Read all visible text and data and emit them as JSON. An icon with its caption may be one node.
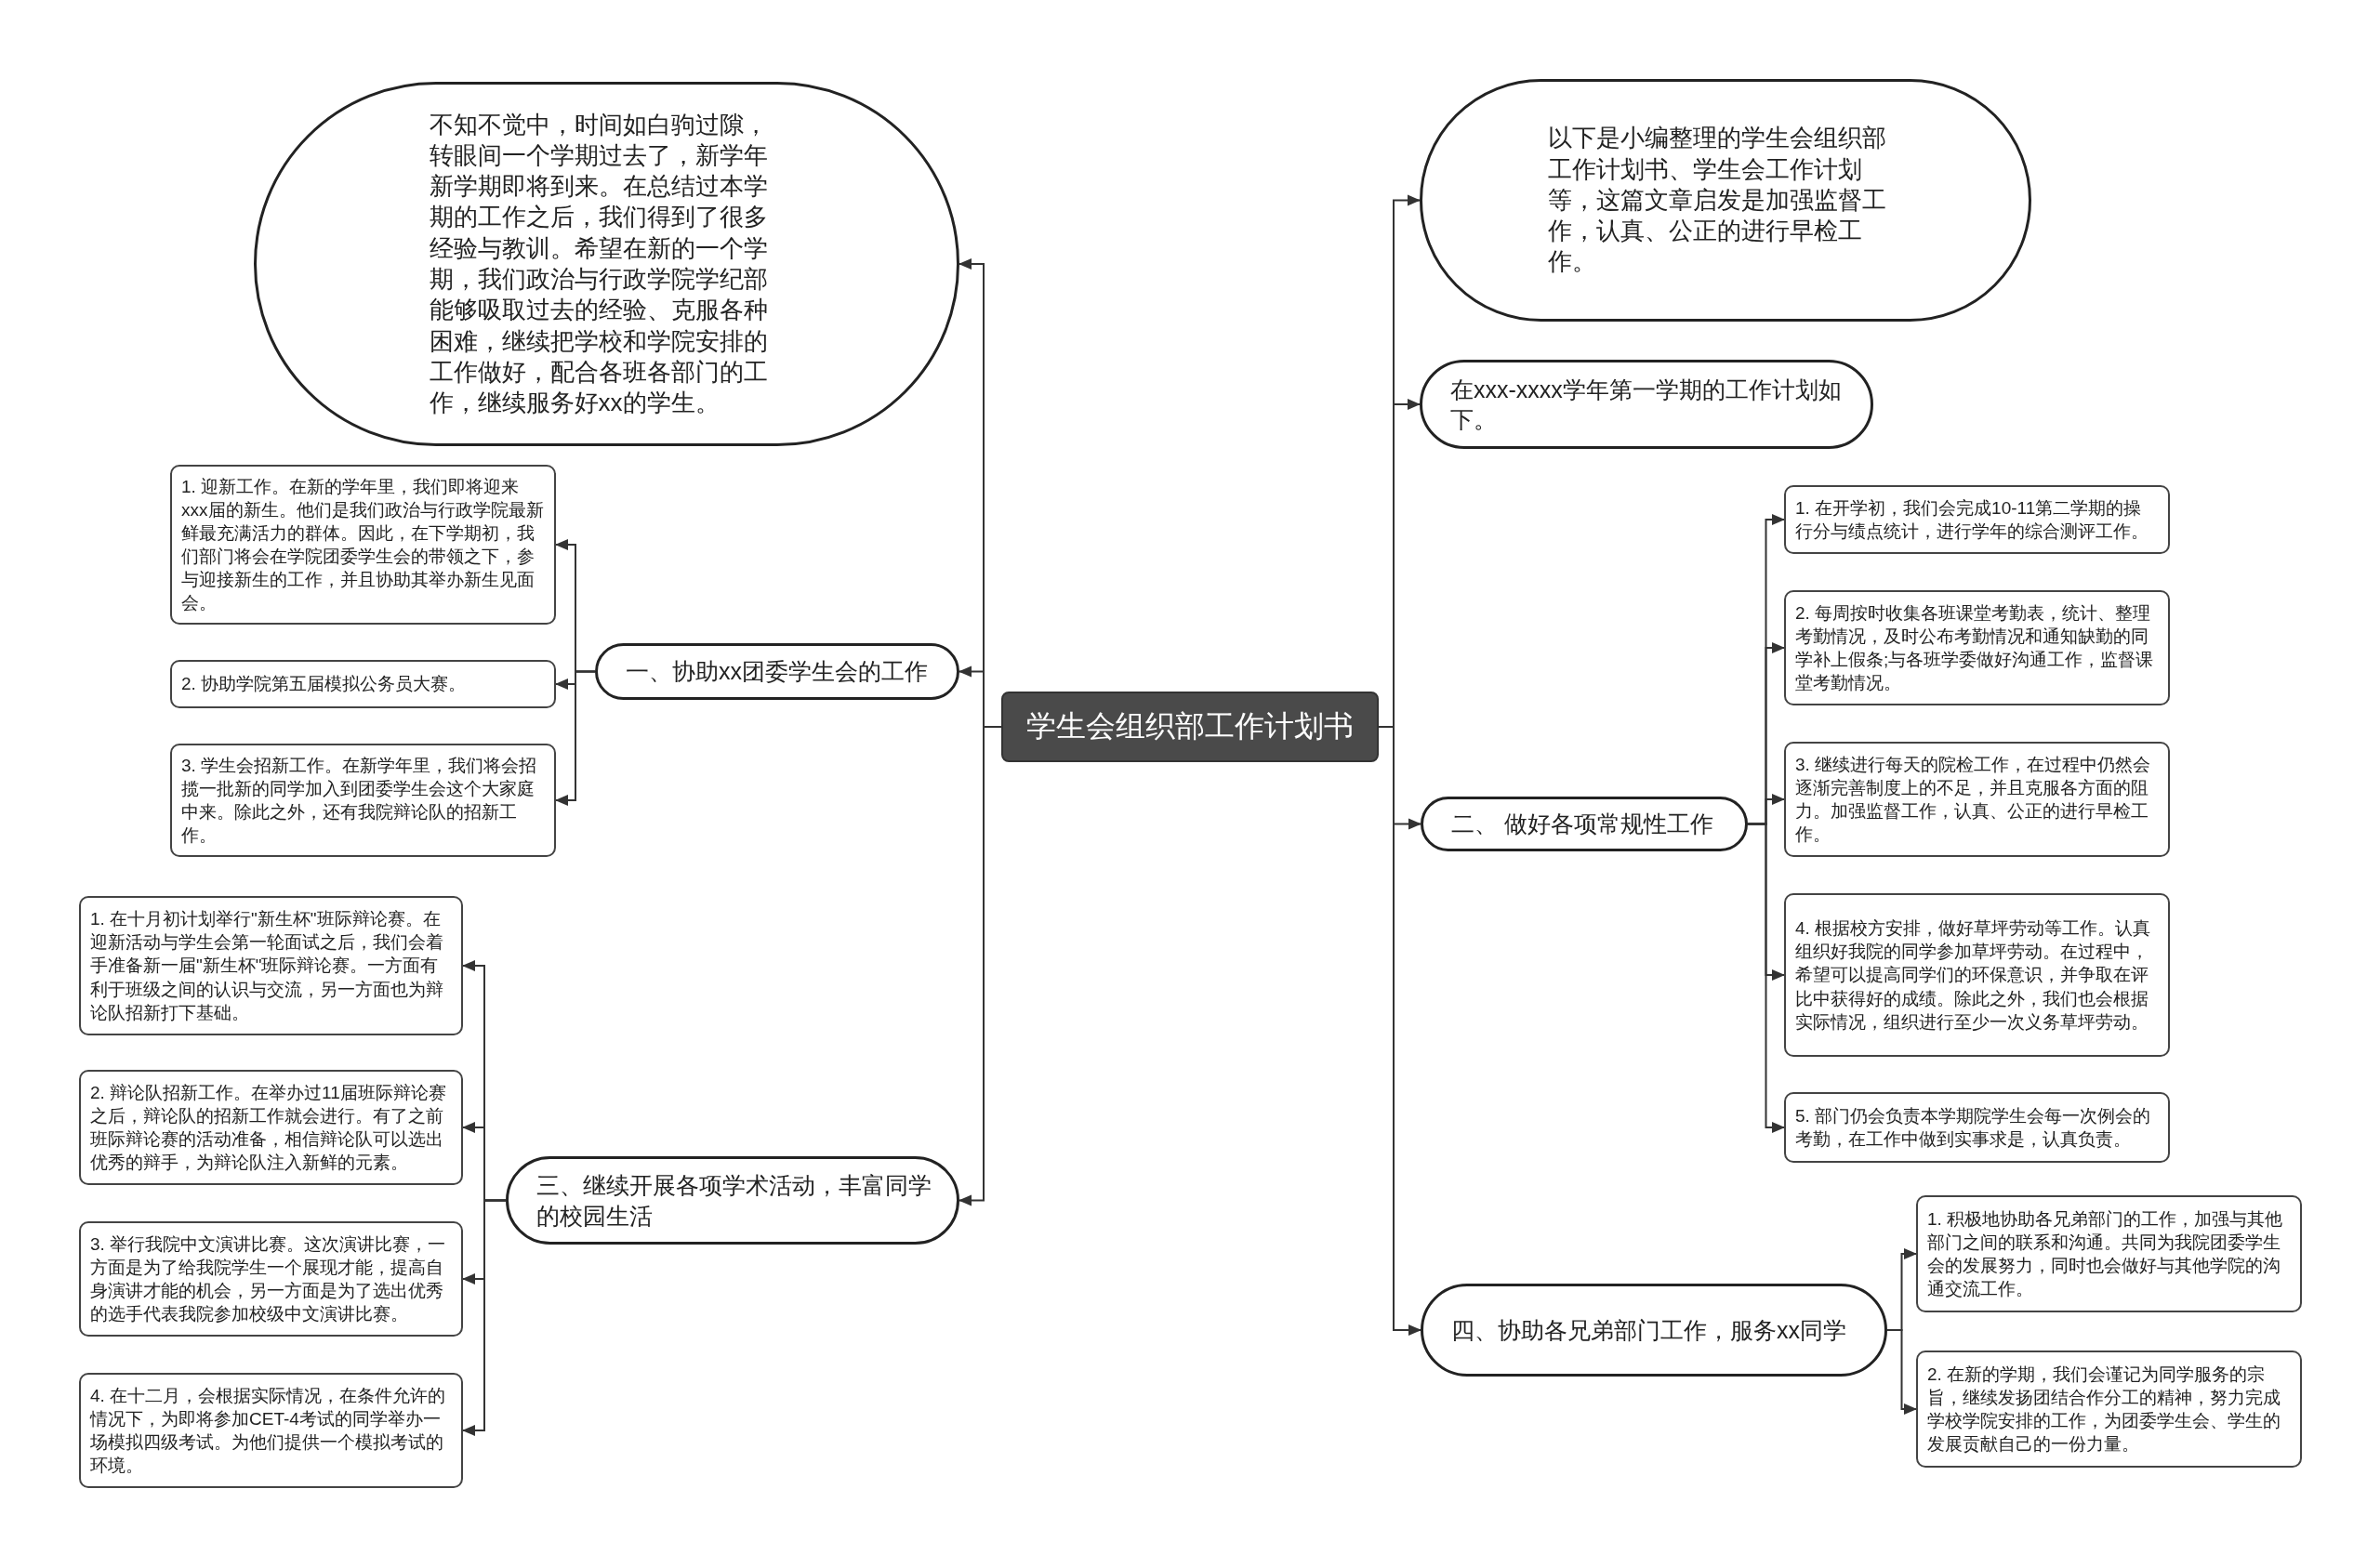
{
  "diagram": {
    "nodes": [
      {
        "text": [
          "学生会组织部工作计划书"
        ]
      },
      {
        "text": [
          "不知不觉中，时间如白驹过隙，转眼间一个学期过去了，新学年新学期即将到来。在总结过本学期的工作之后，我们得到了很多经验与教训。希望在新的一个学期，我们政治与行政学院学纪部能够吸取过去的经验、克服各种困难，继续把学校和学院安排的工作做好，配合各班各部门的工作，继续服务好xx的学生。"
        ]
      },
      {
        "text": [
          "一、协助xx团委学生会的工作"
        ]
      },
      {
        "text": [
          "1. 迎新工作。在新的学年里，我们即将迎来xxx届的新生。他们是我们政治与行政学院最新鲜最充满活力的群体。因此，在下学期初，我们部门将会在学院团委学生会的带领之下，参与迎接新生的工作，并且协助其举办新生见面会。"
        ]
      },
      {
        "text": [
          "2. 协助学院第五届模拟公务员大赛。"
        ]
      },
      {
        "text": [
          "3. 学生会招新工作。在新学年里，我们将会招揽一批新的同学加入到团委学生会这个大家庭中来。除此之外，还有我院辩论队的招新工作。"
        ]
      },
      {
        "text": [
          "三、继续开展各项学术活动，丰富同学的校园生活"
        ]
      },
      {
        "text": [
          "1. 在十月初计划举行\"新生杯\"班际辩论赛。在迎新活动与学生会第一轮面试之后，我们会着手准备新一届\"新生杯\"班际辩论赛。一方面有利于班级之间的认识与交流，另一方面也为辩论队招新打下基础。"
        ]
      },
      {
        "text": [
          "2. 辩论队招新工作。在举办过11届班际辩论赛之后，辩论队的招新工作就会进行。有了之前班际辩论赛的活动准备，相信辩论队可以选出优秀的辩手，为辩论队注入新鲜的元素。"
        ]
      },
      {
        "text": [
          "3. 举行我院中文演讲比赛。这次演讲比赛，一方面是为了给我院学生一个展现才能，提高自身演讲才能的机会，另一方面是为了选出优秀的选手代表我院参加校级中文演讲比赛。"
        ]
      },
      {
        "text": [
          "4. 在十二月，会根据实际情况，在条件允许的情况下，为即将参加CET-4考试的同学举办一场模拟四级考试。为他们提供一个模拟考试的环境。"
        ]
      },
      {
        "text": [
          "以下是小编整理的学生会组织部工作计划书、学生会工作计划等，这篇文章启发是加强监督工作，认真、公正的进行早检工作。"
        ]
      },
      {
        "text": [
          "在xxx-xxxx学年第一学期的工作计划如下。"
        ]
      },
      {
        "text": [
          "二、 做好各项常规性工作"
        ]
      },
      {
        "text": [
          "1. 在开学初，我们会完成10-11第二学期的操行分与绩点统计，进行学年的综合测评工作。"
        ]
      },
      {
        "text": [
          "2. 每周按时收集各班课堂考勤表，统计、整理考勤情况，及时公布考勤情况和通知缺勤的同学补上假条;与各班学委做好沟通工作，监督课堂考勤情况。"
        ]
      },
      {
        "text": [
          "3. 继续进行每天的院检工作，在过程中仍然会逐渐完善制度上的不足，并且克服各方面的阻力。加强监督工作，认真、公正的进行早检工作。"
        ]
      },
      {
        "text": [
          "4. 根据校方安排，做好草坪劳动等工作。认真组织好我院的同学参加草坪劳动。在过程中，希望可以提高同学们的环保意识，并争取在评比中获得好的成绩。除此之外，我们也会根据实际情况，组织进行至少一次义务草坪劳动。"
        ]
      },
      {
        "text": [
          "5. 部门仍会负责本学期院学生会每一次例会的考勤，在工作中做到实事求是，认真负责。"
        ]
      },
      {
        "text": [
          "四、协助各兄弟部门工作，服务xx同学"
        ]
      },
      {
        "text": [
          "1. 积极地协助各兄弟部门的工作，加强与其他部门之间的联系和沟通。共同为我院团委学生会的发展努力，同时也会做好与其他学院的沟通交流工作。"
        ]
      },
      {
        "text": [
          "2. 在新的学期，我们会谨记为同学服务的宗旨，继续发扬团结合作分工的精神，努力完成学校学院安排的工作，为团委学生会、学生的发展贡献自己的一份力量。"
        ]
      }
    ],
    "edges": [
      {
        "from": 0,
        "to": 1,
        "arrow": "to"
      },
      {
        "from": 0,
        "to": 2,
        "arrow": "to"
      },
      {
        "from": 2,
        "to": 3,
        "arrow": "to"
      },
      {
        "from": 2,
        "to": 4,
        "arrow": "to"
      },
      {
        "from": 2,
        "to": 5,
        "arrow": "to"
      },
      {
        "from": 0,
        "to": 6,
        "arrow": "to"
      },
      {
        "from": 6,
        "to": 7,
        "arrow": "to"
      },
      {
        "from": 6,
        "to": 8,
        "arrow": "to"
      },
      {
        "from": 6,
        "to": 9,
        "arrow": "to"
      },
      {
        "from": 6,
        "to": 10,
        "arrow": "to"
      },
      {
        "from": 0,
        "to": 11,
        "arrow": "to"
      },
      {
        "from": 0,
        "to": 12,
        "arrow": "to"
      },
      {
        "from": 0,
        "to": 13,
        "arrow": "to"
      },
      {
        "from": 13,
        "to": 14,
        "arrow": "to"
      },
      {
        "from": 13,
        "to": 15,
        "arrow": "to"
      },
      {
        "from": 13,
        "to": 16,
        "arrow": "to"
      },
      {
        "from": 13,
        "to": 17,
        "arrow": "to"
      },
      {
        "from": 13,
        "to": 18,
        "arrow": "to"
      },
      {
        "from": 0,
        "to": 19,
        "arrow": "to"
      },
      {
        "from": 19,
        "to": 20,
        "arrow": "to"
      },
      {
        "from": 19,
        "to": 21,
        "arrow": "to"
      }
    ]
  }
}
